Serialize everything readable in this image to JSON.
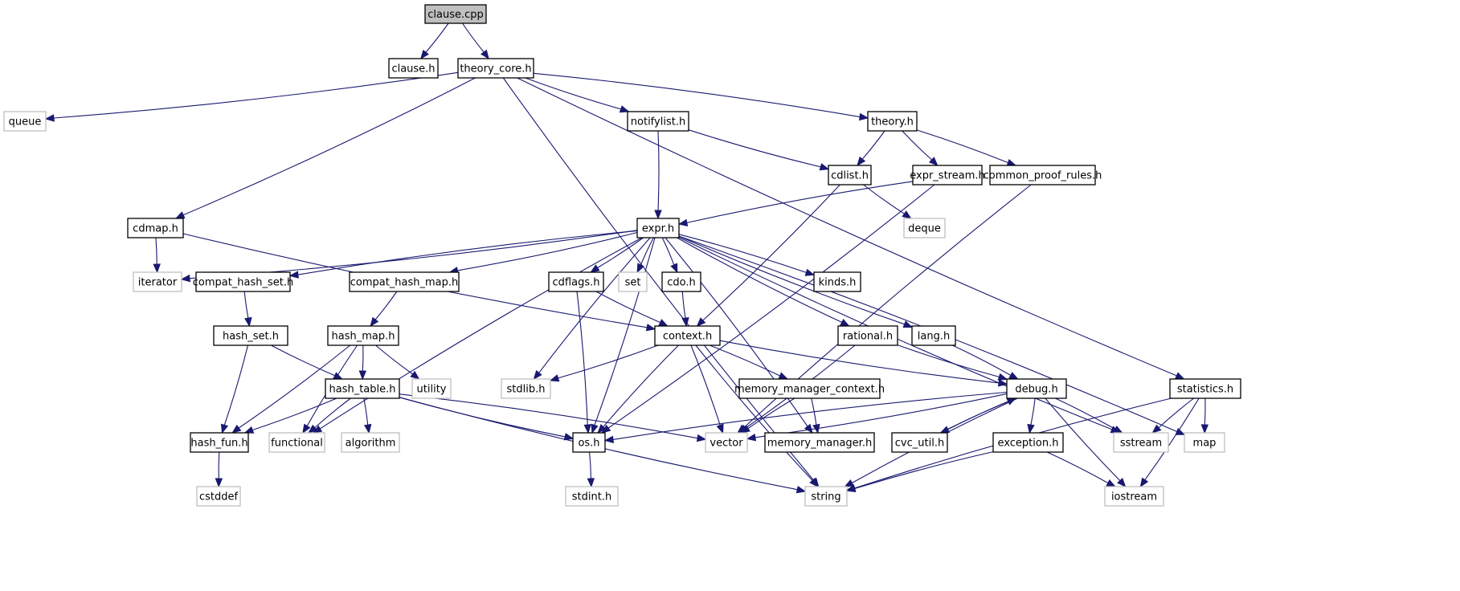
{
  "title": "clause.cpp include dependency graph",
  "colors": {
    "edge": "#191970",
    "root_fill": "#bfbfbf",
    "project_border": "#000000",
    "system_border": "#bfbfbf",
    "background": "#ffffff"
  },
  "nodes": [
    {
      "id": "clause_cpp",
      "label": "clause.cpp",
      "kind": "root"
    },
    {
      "id": "clause_h",
      "label": "clause.h",
      "kind": "project"
    },
    {
      "id": "theory_core_h",
      "label": "theory_core.h",
      "kind": "project"
    },
    {
      "id": "queue",
      "label": "queue",
      "kind": "system"
    },
    {
      "id": "notifylist_h",
      "label": "notifylist.h",
      "kind": "project"
    },
    {
      "id": "theory_h",
      "label": "theory.h",
      "kind": "project"
    },
    {
      "id": "cdlist_h",
      "label": "cdlist.h",
      "kind": "project"
    },
    {
      "id": "expr_stream_h",
      "label": "expr_stream.h",
      "kind": "project"
    },
    {
      "id": "common_proof_rules_h",
      "label": "common_proof_rules.h",
      "kind": "project"
    },
    {
      "id": "cdmap_h",
      "label": "cdmap.h",
      "kind": "project"
    },
    {
      "id": "expr_h",
      "label": "expr.h",
      "kind": "project"
    },
    {
      "id": "deque",
      "label": "deque",
      "kind": "system"
    },
    {
      "id": "iterator",
      "label": "iterator",
      "kind": "system"
    },
    {
      "id": "compat_hash_set_h",
      "label": "compat_hash_set.h",
      "kind": "project"
    },
    {
      "id": "compat_hash_map_h",
      "label": "compat_hash_map.h",
      "kind": "project"
    },
    {
      "id": "cdflags_h",
      "label": "cdflags.h",
      "kind": "project"
    },
    {
      "id": "set",
      "label": "set",
      "kind": "system"
    },
    {
      "id": "cdo_h",
      "label": "cdo.h",
      "kind": "project"
    },
    {
      "id": "kinds_h",
      "label": "kinds.h",
      "kind": "project"
    },
    {
      "id": "hash_set_h",
      "label": "hash_set.h",
      "kind": "project"
    },
    {
      "id": "hash_map_h",
      "label": "hash_map.h",
      "kind": "project"
    },
    {
      "id": "context_h",
      "label": "context.h",
      "kind": "project"
    },
    {
      "id": "rational_h",
      "label": "rational.h",
      "kind": "project"
    },
    {
      "id": "lang_h",
      "label": "lang.h",
      "kind": "project"
    },
    {
      "id": "hash_table_h",
      "label": "hash_table.h",
      "kind": "project"
    },
    {
      "id": "utility",
      "label": "utility",
      "kind": "system"
    },
    {
      "id": "stdlib_h",
      "label": "stdlib.h",
      "kind": "system"
    },
    {
      "id": "memory_manager_context_h",
      "label": "memory_manager_context.h",
      "kind": "project"
    },
    {
      "id": "debug_h",
      "label": "debug.h",
      "kind": "project"
    },
    {
      "id": "statistics_h",
      "label": "statistics.h",
      "kind": "project"
    },
    {
      "id": "hash_fun_h",
      "label": "hash_fun.h",
      "kind": "project"
    },
    {
      "id": "functional",
      "label": "functional",
      "kind": "system"
    },
    {
      "id": "algorithm",
      "label": "algorithm",
      "kind": "system"
    },
    {
      "id": "os_h",
      "label": "os.h",
      "kind": "project"
    },
    {
      "id": "vector",
      "label": "vector",
      "kind": "system"
    },
    {
      "id": "memory_manager_h",
      "label": "memory_manager.h",
      "kind": "project"
    },
    {
      "id": "cvc_util_h",
      "label": "cvc_util.h",
      "kind": "project"
    },
    {
      "id": "exception_h",
      "label": "exception.h",
      "kind": "project"
    },
    {
      "id": "sstream",
      "label": "sstream",
      "kind": "system"
    },
    {
      "id": "map",
      "label": "map",
      "kind": "system"
    },
    {
      "id": "cstddef",
      "label": "cstddef",
      "kind": "system"
    },
    {
      "id": "stdint_h",
      "label": "stdint.h",
      "kind": "system"
    },
    {
      "id": "string",
      "label": "string",
      "kind": "system"
    },
    {
      "id": "iostream",
      "label": "iostream",
      "kind": "system"
    }
  ],
  "edges": [
    [
      "clause_cpp",
      "clause_h"
    ],
    [
      "clause_cpp",
      "theory_core_h"
    ],
    [
      "theory_core_h",
      "queue"
    ],
    [
      "theory_core_h",
      "string"
    ],
    [
      "theory_core_h",
      "cdmap_h"
    ],
    [
      "theory_core_h",
      "notifylist_h"
    ],
    [
      "theory_core_h",
      "theory_h"
    ],
    [
      "theory_core_h",
      "statistics_h"
    ],
    [
      "notifylist_h",
      "expr_h"
    ],
    [
      "notifylist_h",
      "cdlist_h"
    ],
    [
      "theory_h",
      "cdlist_h"
    ],
    [
      "theory_h",
      "expr_stream_h"
    ],
    [
      "theory_h",
      "common_proof_rules_h"
    ],
    [
      "cdlist_h",
      "deque"
    ],
    [
      "cdlist_h",
      "context_h"
    ],
    [
      "expr_stream_h",
      "expr_h"
    ],
    [
      "expr_stream_h",
      "os_h"
    ],
    [
      "common_proof_rules_h",
      "vector"
    ],
    [
      "cdmap_h",
      "iterator"
    ],
    [
      "cdmap_h",
      "context_h"
    ],
    [
      "expr_h",
      "iterator"
    ],
    [
      "expr_h",
      "compat_hash_set_h"
    ],
    [
      "expr_h",
      "compat_hash_map_h"
    ],
    [
      "expr_h",
      "functional"
    ],
    [
      "expr_h",
      "os_h"
    ],
    [
      "expr_h",
      "stdlib_h"
    ],
    [
      "expr_h",
      "cdflags_h"
    ],
    [
      "expr_h",
      "set"
    ],
    [
      "expr_h",
      "cdo_h"
    ],
    [
      "expr_h",
      "rational_h"
    ],
    [
      "expr_h",
      "kinds_h"
    ],
    [
      "expr_h",
      "lang_h"
    ],
    [
      "expr_h",
      "memory_manager_h"
    ],
    [
      "expr_h",
      "sstream"
    ],
    [
      "expr_h",
      "map"
    ],
    [
      "compat_hash_set_h",
      "hash_set_h"
    ],
    [
      "compat_hash_map_h",
      "hash_map_h"
    ],
    [
      "cdflags_h",
      "context_h"
    ],
    [
      "cdflags_h",
      "os_h"
    ],
    [
      "cdo_h",
      "context_h"
    ],
    [
      "hash_set_h",
      "hash_fun_h"
    ],
    [
      "hash_set_h",
      "hash_table_h"
    ],
    [
      "hash_map_h",
      "hash_fun_h"
    ],
    [
      "hash_map_h",
      "functional"
    ],
    [
      "hash_map_h",
      "hash_table_h"
    ],
    [
      "hash_map_h",
      "utility"
    ],
    [
      "hash_table_h",
      "hash_fun_h"
    ],
    [
      "hash_table_h",
      "functional"
    ],
    [
      "hash_table_h",
      "algorithm"
    ],
    [
      "hash_table_h",
      "os_h"
    ],
    [
      "hash_table_h",
      "vector"
    ],
    [
      "hash_table_h",
      "string"
    ],
    [
      "context_h",
      "stdlib_h"
    ],
    [
      "context_h",
      "os_h"
    ],
    [
      "context_h",
      "vector"
    ],
    [
      "context_h",
      "string"
    ],
    [
      "context_h",
      "memory_manager_context_h"
    ],
    [
      "context_h",
      "debug_h"
    ],
    [
      "rational_h",
      "vector"
    ],
    [
      "rational_h",
      "debug_h"
    ],
    [
      "lang_h",
      "debug_h"
    ],
    [
      "memory_manager_context_h",
      "vector"
    ],
    [
      "memory_manager_context_h",
      "memory_manager_h"
    ],
    [
      "debug_h",
      "os_h"
    ],
    [
      "debug_h",
      "vector"
    ],
    [
      "debug_h",
      "cvc_util_h"
    ],
    [
      "debug_h",
      "exception_h"
    ],
    [
      "debug_h",
      "string"
    ],
    [
      "debug_h",
      "sstream"
    ],
    [
      "debug_h",
      "iostream"
    ],
    [
      "cvc_util_h",
      "debug_h"
    ],
    [
      "exception_h",
      "string"
    ],
    [
      "exception_h",
      "iostream"
    ],
    [
      "statistics_h",
      "sstream"
    ],
    [
      "statistics_h",
      "map"
    ],
    [
      "statistics_h",
      "string"
    ],
    [
      "statistics_h",
      "iostream"
    ],
    [
      "hash_fun_h",
      "cstddef"
    ],
    [
      "os_h",
      "stdint_h"
    ]
  ]
}
